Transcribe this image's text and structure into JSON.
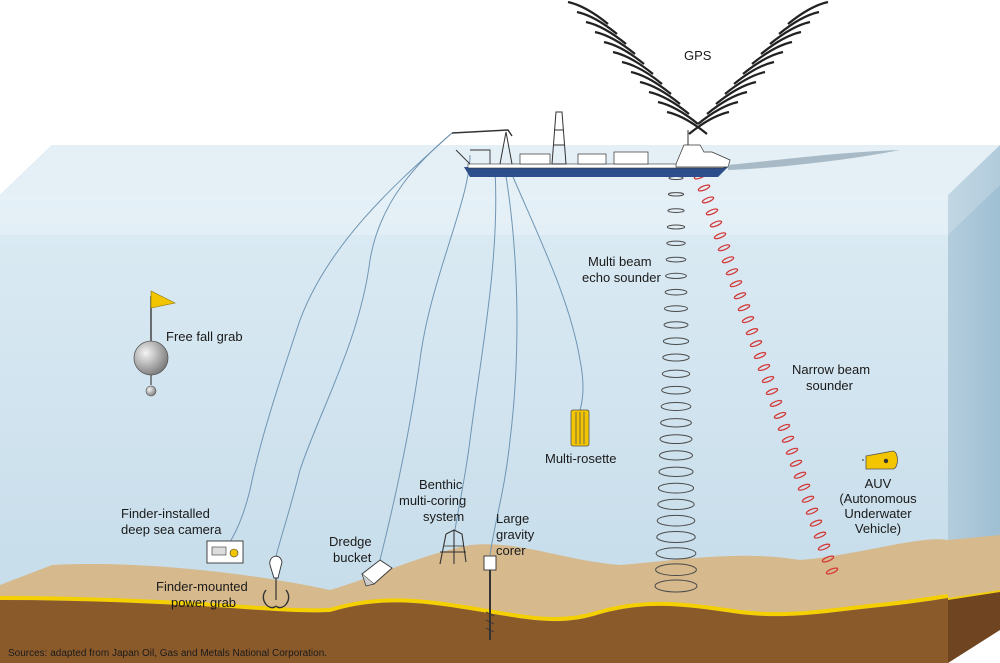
{
  "labels": {
    "gps": "GPS",
    "multibeam": [
      "Multi beam",
      "echo sounder"
    ],
    "narrowbeam": [
      "Narrow beam",
      "sounder"
    ],
    "freefall": "Free fall grab",
    "multirosette": "Multi-rosette",
    "auv": [
      "AUV",
      "(Autonomous",
      "Underwater",
      "Vehicle)"
    ],
    "camera": [
      "Finder-installed",
      "deep sea camera"
    ],
    "powergrab": [
      "Finder-mounted",
      "power grab"
    ],
    "dredge": [
      "Dredge",
      "bucket"
    ],
    "benthic": [
      "Benthic",
      "multi-coring",
      "system"
    ],
    "gravity": [
      "Large",
      "gravity",
      "corer"
    ]
  },
  "source": "Sources: adapted from Japan Oil, Gas and Metals National Corporation.",
  "colors": {
    "water": "#cfe2ee",
    "water_deep": "#bcd6e6",
    "surface": "#e3eff7",
    "seabed": "#d4b58a",
    "sediment": "#8a5a2c",
    "yellow_line": "#f5d000",
    "ship_hull": "#2c4f8c",
    "narrow_beam": "#d43a3a",
    "multi_beam": "#555555",
    "flag": "#f2c500",
    "auv": "#f2c500"
  }
}
